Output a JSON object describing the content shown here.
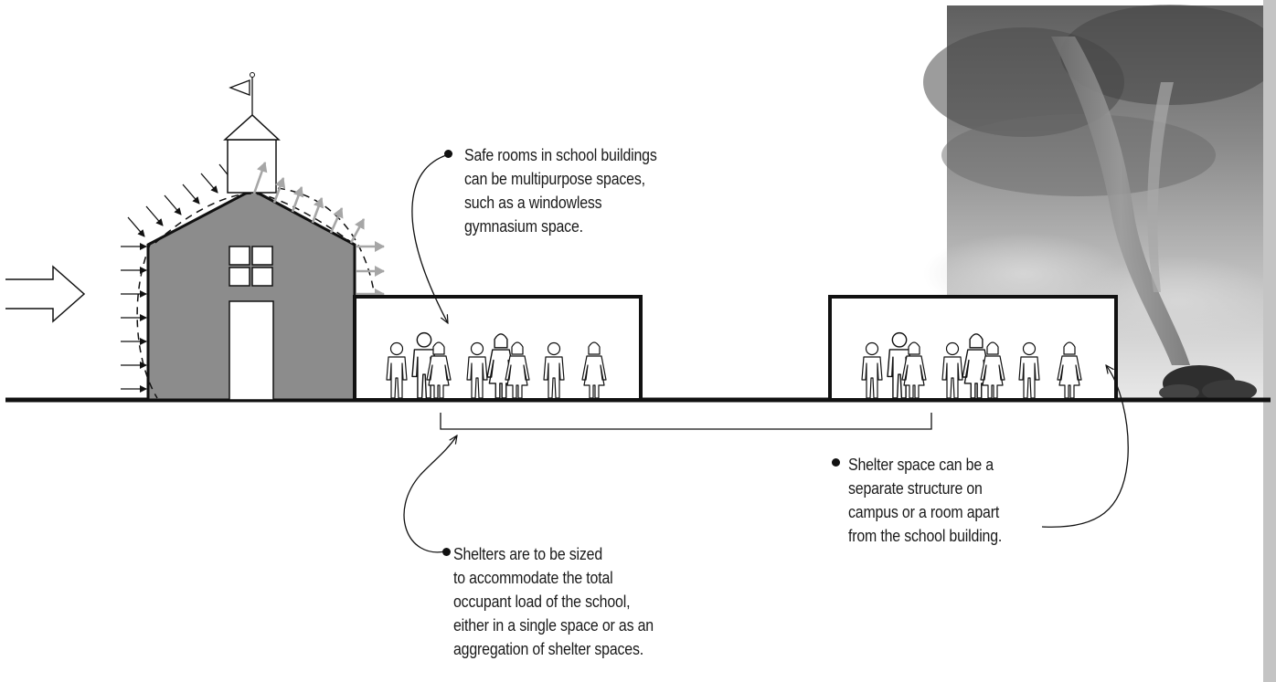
{
  "callouts": {
    "safe_rooms": {
      "lines": [
        "Safe rooms in school buildings",
        "can be multipurpose spaces,",
        "such as a windowless",
        "gymnasium space."
      ]
    },
    "sizing": {
      "lines": [
        "Shelters are to be sized",
        "to accommodate the total",
        "occupant load of the school,",
        "either in a single space or as an",
        "aggregation of shelter spaces."
      ]
    },
    "separate": {
      "lines": [
        "Shelter space can be a",
        "separate structure on",
        "campus or a room apart",
        "from the school building."
      ]
    }
  },
  "colors": {
    "building_fill": "#8c8c8c",
    "ink": "#111111",
    "uplift_arrows": "#a6a6a6",
    "storm_sky": "#9a9a9a"
  },
  "icons": [
    "wind-arrow-icon",
    "flag-icon",
    "person-icon",
    "tornado-photo"
  ]
}
